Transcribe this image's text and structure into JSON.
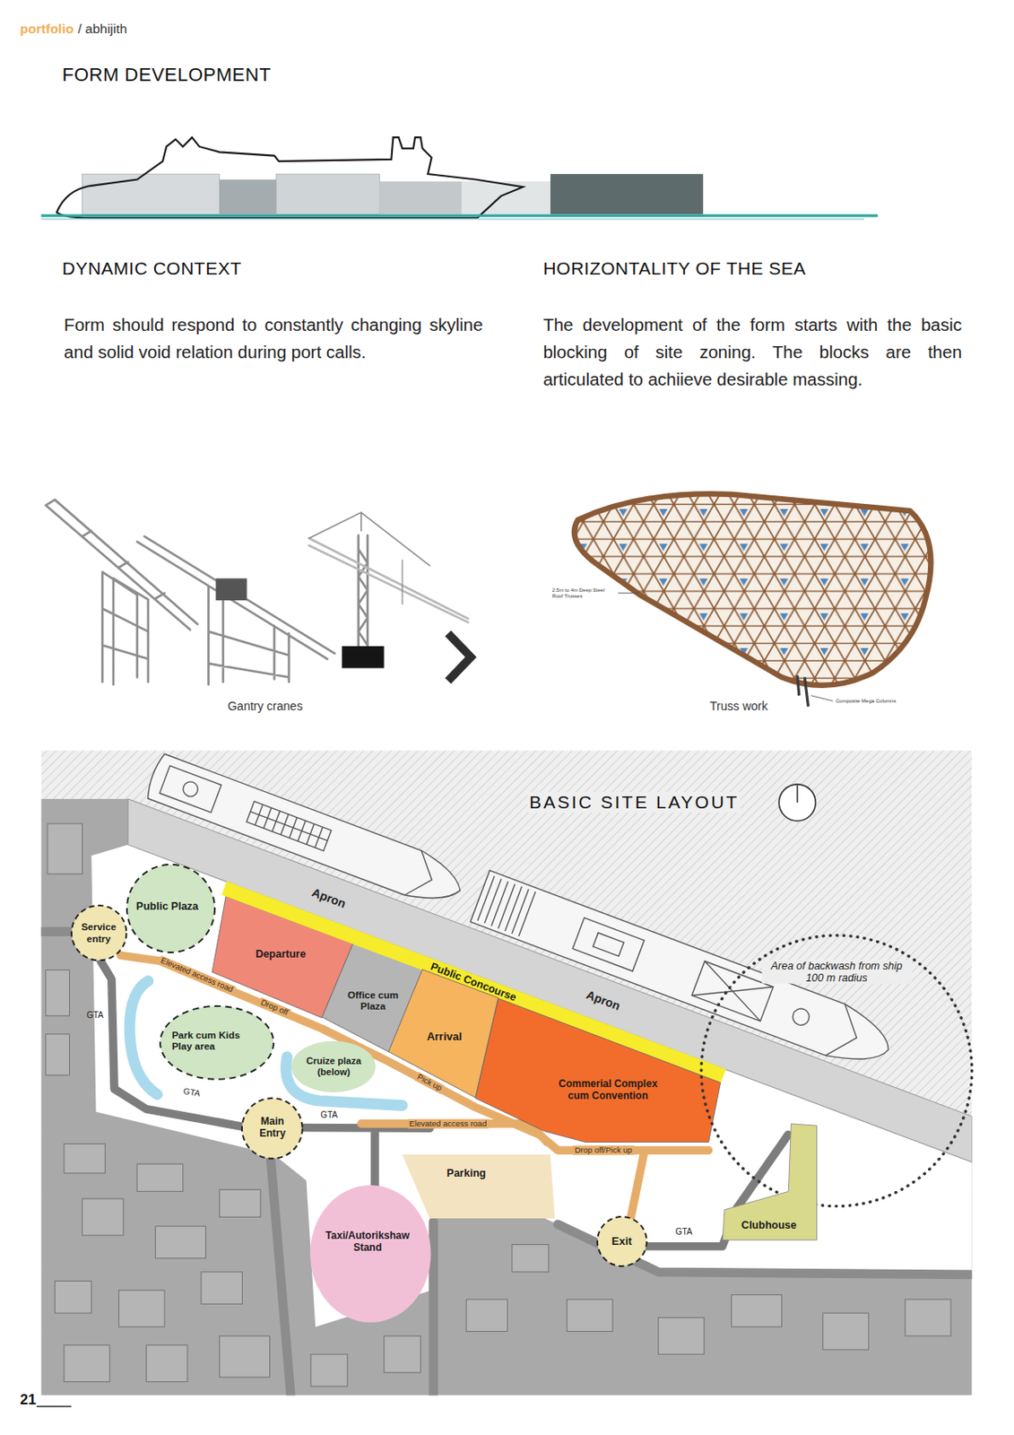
{
  "diagram": {
    "title": "FORM DEVELOPMENT",
    "nodes": [
      {
        "text": [
          "Public Plaza"
        ]
      },
      {
        "text": [
          "Service entry"
        ]
      },
      {
        "text": [
          "Departure"
        ]
      },
      {
        "text": [
          "Office cum Plaza"
        ]
      },
      {
        "text": [
          "Public Concourse"
        ]
      },
      {
        "text": [
          "Arrival"
        ]
      },
      {
        "text": [
          "Park cum Kids Play area"
        ]
      },
      {
        "text": [
          "Cruize plaza (below)"
        ]
      },
      {
        "text": [
          "Commerial Complex cum Convention"
        ]
      },
      {
        "text": [
          "Area of backwash from ship 100 m radius"
        ]
      },
      {
        "text": [
          "Main Entry"
        ]
      },
      {
        "text": [
          "Parking"
        ]
      },
      {
        "text": [
          "Taxi/Autorikshaw Stand"
        ]
      },
      {
        "text": [
          "Clubhouse"
        ]
      },
      {
        "text": [
          "Exit"
        ]
      }
    ],
    "labels": [
      "portfolio",
      "/ abhijith",
      "DYNAMIC CONTEXT",
      "Form should respond to constantly changing skyline and solid void relation during port calls.",
      "HORIZONTALITY OF THE SEA",
      "The development of the form starts with the basic blocking of site zoning. The blocks are then articulated to achiieve desirable massing.",
      "2.5m to 4m Deep Steel Roof Trusses",
      "Gantry cranes",
      "Composite Mega Columns",
      "Truss work",
      "BASIC SITE LAYOUT",
      "Apron",
      "Elevated access road",
      "GTA",
      "Drop off",
      "Apron",
      "GTA",
      "Pick up",
      "GTA",
      "Elevated access road",
      "Drop off/Pick up",
      "GTA",
      "21"
    ]
  }
}
